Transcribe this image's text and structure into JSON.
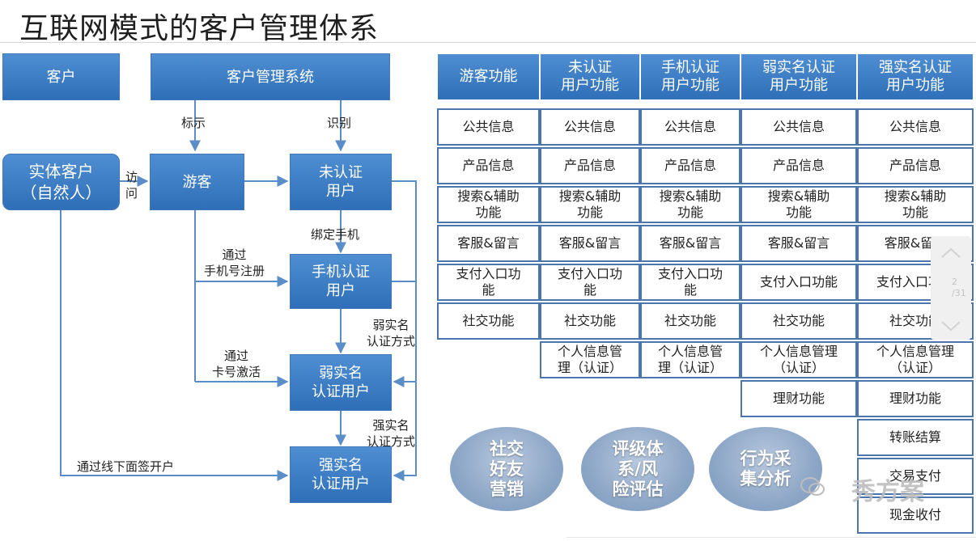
{
  "title": "互联网模式的客户管理体系",
  "flow": {
    "customer": "客户",
    "system": "客户管理系统",
    "entity": "实体客户\n（自然人）",
    "visitor": "游客",
    "unverified": "未认证\n用户",
    "phone_user": "手机认证\n用户",
    "weak_user": "弱实名\n认证用户",
    "strong_user": "强实名\n认证用户",
    "labels": {
      "mark": "标示",
      "identify": "识别",
      "visit": "访\n问",
      "bind_phone": "绑定手机",
      "via_phone_reg": "通过\n手机号注册",
      "via_card": "通过\n卡号激活",
      "weak_method": "弱实名\n认证方式",
      "strong_method": "强实名\n认证方式",
      "offline": "通过线下面签开户"
    }
  },
  "table": {
    "headers": [
      "游客功能",
      "未认证\n用户功能",
      "手机认证\n用户功能",
      "弱实名认证\n用户功能",
      "强实名认证\n用户功能"
    ],
    "columns": [
      [
        "公共信息",
        "产品信息",
        "搜索&辅助\n功能",
        "客服&留言",
        "支付入口功\n能",
        "社交功能"
      ],
      [
        "公共信息",
        "产品信息",
        "搜索&辅助\n功能",
        "客服&留言",
        "支付入口功\n能",
        "社交功能",
        "个人信息管\n理（认证）"
      ],
      [
        "公共信息",
        "产品信息",
        "搜索&辅助\n功能",
        "客服&留言",
        "支付入口功\n能",
        "社交功能",
        "个人信息管\n理（认证）"
      ],
      [
        "公共信息",
        "产品信息",
        "搜索&辅助\n功能",
        "客服&留言",
        "支付入口功能",
        "社交功能",
        "个人信息管理\n（认证）",
        "理财功能"
      ],
      [
        "公共信息",
        "产品信息",
        "搜索&辅助\n功能",
        "客服&留言",
        "支付入口功能",
        "社交功能",
        "个人信息管理\n（认证）",
        "理财功能",
        "转账结算",
        "交易支付",
        "现金收付"
      ]
    ]
  },
  "bubbles": [
    "社交\n好友\n营销",
    "评级体\n系/风\n险评估",
    "行为采\n集分析"
  ],
  "pager": "2\n/31",
  "watermark": "秀方案",
  "colors": {
    "box_top": "#4f8ed1",
    "box_bottom": "#2f6fb8",
    "cell_border": "#4a76ad",
    "arrow": "#5b8ec9"
  }
}
